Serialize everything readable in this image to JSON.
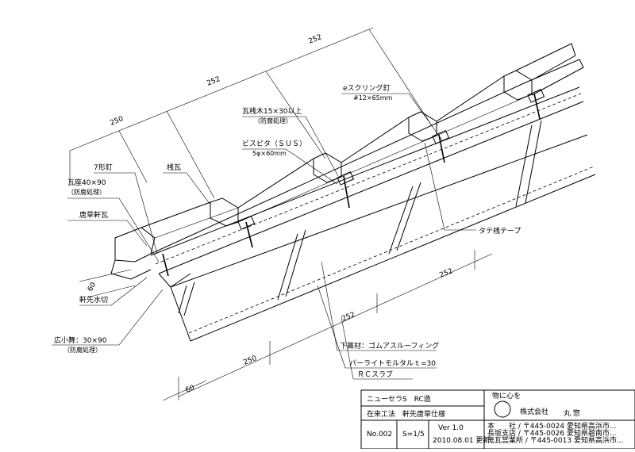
{
  "dimensions": {
    "top_252a": "252",
    "top_252b": "252",
    "top_250": "250",
    "bot_252a": "252",
    "bot_252b": "252",
    "bot_250": "250",
    "bot_60": "60",
    "left_60": "60"
  },
  "labels": {
    "e_screw_nail": "eスクリング釘",
    "e_screw_nail_size": "#12×65mm",
    "batten_wood": "瓦桟木15×30以上",
    "batten_wood_note": "（防腐処理）",
    "bispita": "ビスピタ（ＳＵＳ）",
    "bispita_size": "5φ×60mm",
    "nail_7": "7形釘",
    "tile_seat": "瓦座40×90",
    "tile_seat_note": "（防腐処理）",
    "sangawara": "桟瓦",
    "karakusa": "唐草軒瓦",
    "tate_tape": "タテ桟テープ",
    "eaves_drip": "軒先水切",
    "hirokomai": "広小舞：30×90",
    "hirokomai_note": "（防腐処理）",
    "underlay": "下葺材：ゴムアスルーフィング",
    "perlite": "パーライトモルタルｔ=30",
    "rc_slab": "ＲＣスラブ"
  },
  "title_block": {
    "product": "ニューセラS　RC造",
    "method": "在来工法　軒先唐草仕様",
    "number": "No.002",
    "scale": "S=1/5",
    "version": "Ver 1.0",
    "date": "2010.08.01 更新",
    "slogan": "物に心を",
    "company": "株式会社",
    "company_name": "丸 惣",
    "address_1": "本　　社 / 〒445-0024 愛知県高浜市...",
    "address_2": "長坂支店 / 〒445-0026 愛知県碧南市...",
    "address_3": "鬼瓦営業所 / 〒445-0013 愛知県高浜市..."
  }
}
